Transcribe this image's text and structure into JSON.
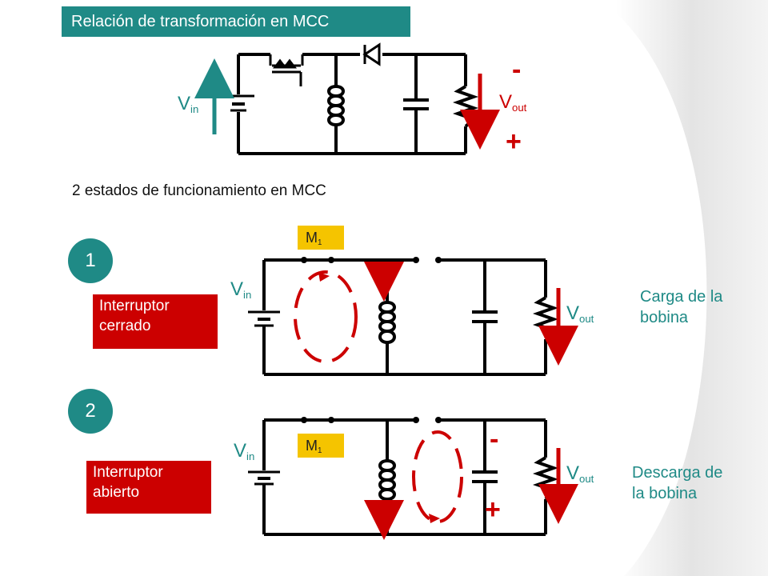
{
  "title": "Relación de transformación en MCC",
  "subtitle": "2 estados de funcionamiento en MCC",
  "top_circuit": {
    "vin": {
      "main": "V",
      "sub": "in"
    },
    "vout": {
      "main": "V",
      "sub": "out"
    },
    "minus": "-",
    "plus": "+"
  },
  "state1": {
    "number": "1",
    "box_line1": "Interruptor",
    "box_line2": "cerrado",
    "desc_line1": "Carga de la",
    "desc_line2": "bobina",
    "switch": {
      "main": "M",
      "sub": "1"
    },
    "vin": {
      "main": "V",
      "sub": "in"
    },
    "vout": {
      "main": "V",
      "sub": "out"
    }
  },
  "state2": {
    "number": "2",
    "box_line1": "Interruptor",
    "box_line2": "abierto",
    "desc_line1": "Descarga de",
    "desc_line2": "la bobina",
    "switch": {
      "main": "M",
      "sub": "1"
    },
    "vin": {
      "main": "V",
      "sub": "in"
    },
    "vout": {
      "main": "V",
      "sub": "out"
    },
    "minus": "-",
    "plus": "+"
  },
  "colors": {
    "teal": "#1f8a86",
    "red": "#cc0000",
    "yellow": "#f5c400",
    "wire": "#000000"
  }
}
